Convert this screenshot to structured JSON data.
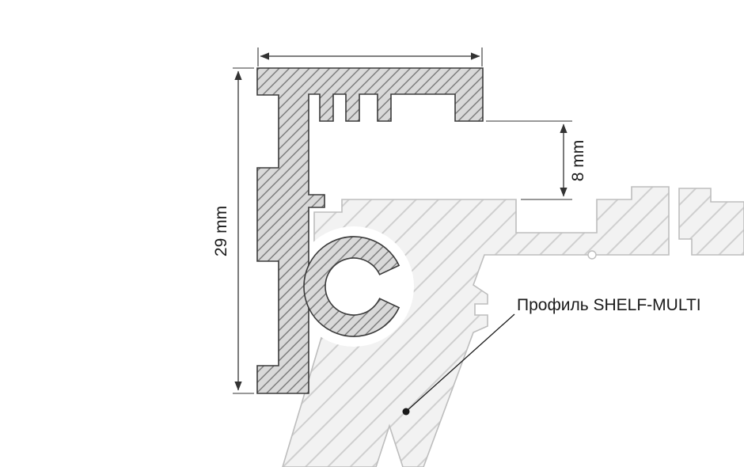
{
  "diagram": {
    "type": "technical-cross-section",
    "subject": "aluminium shelf profile joint, section view",
    "dimensions": {
      "height_label": "29 mm",
      "gap_label": "8 mm"
    },
    "annotation": {
      "profile_name": "Профиль SHELF-MULTI"
    },
    "colors": {
      "background": "#ffffff",
      "dark_profile_fill": "#d9d9d9",
      "dark_profile_hatch": "#707070",
      "dark_profile_outline": "#3a3a3a",
      "light_profile_fill": "#f2f2f2",
      "light_profile_hatch": "#cfcfcf",
      "light_profile_outline": "#bdbdbd",
      "dimension_line": "#333333",
      "text_color": "#1a1a1a"
    }
  }
}
